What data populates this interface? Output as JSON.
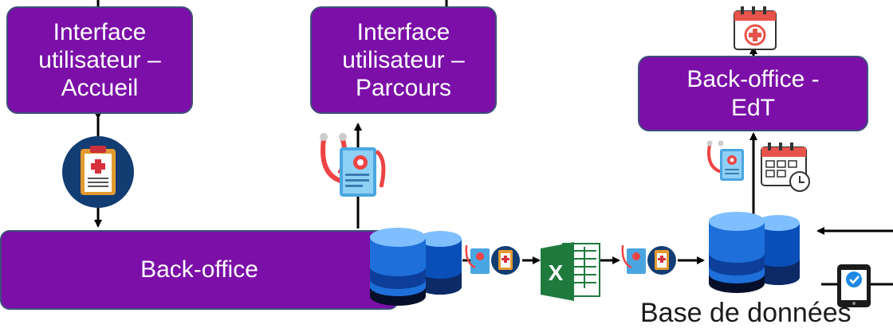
{
  "nodes": {
    "ui_accueil": "Interface\nutilisateur –\nAccueil",
    "ui_parcours": "Interface\nutilisateur –\nParcours",
    "bo_edt": "Back-office -\nEdT",
    "back_office": "Back-office"
  },
  "labels": {
    "database": "Base de données",
    "excel_letter": "X"
  },
  "icons": [
    "clipboard-medical-icon",
    "stethoscope-document-icon",
    "database-icon",
    "excel-icon",
    "medical-calendar-icon",
    "calendar-clock-icon",
    "tablet-check-icon"
  ],
  "colors": {
    "box_fill": "#7b0fa8",
    "box_border": "#3f4f7a",
    "box_text": "#ffffff",
    "arrow": "#000000",
    "db_light": "#7fbfff",
    "db_mid": "#1e6fd9",
    "db_dark": "#0a1f4a",
    "excel_green": "#1f7a3e"
  }
}
